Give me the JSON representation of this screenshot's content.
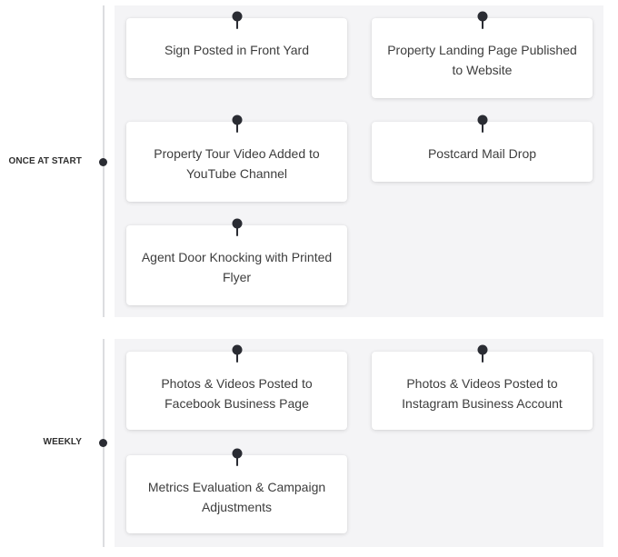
{
  "sections": [
    {
      "label": "ONCE AT START",
      "cards": [
        "Sign Posted in Front Yard",
        "Property Landing Page Published to Website",
        "Property Tour Video Added to YouTube Channel",
        "Postcard Mail Drop",
        "Agent Door Knocking with Printed Flyer"
      ]
    },
    {
      "label": "WEEKLY",
      "cards": [
        "Photos & Videos Posted to Facebook Business Page",
        "Photos & Videos Posted to Instagram Business Account",
        "Metrics Evaluation & Campaign Adjustments"
      ]
    }
  ],
  "colors": {
    "panel_background": "#f4f4f6",
    "card_background": "#ffffff",
    "pin": "#2a2c33",
    "timeline": "#dcdde0",
    "text": "#3d3d3d"
  },
  "icons": {
    "card_marker": "pushpin-icon",
    "timeline_marker": "dot-icon"
  }
}
